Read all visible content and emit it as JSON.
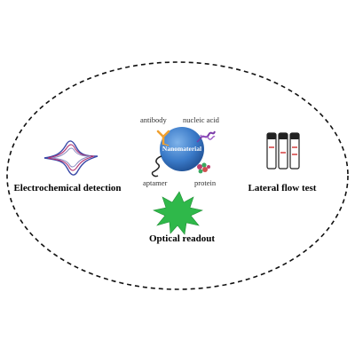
{
  "labels": {
    "electrochemical": "Electrochemical detection",
    "lateral_flow": "Lateral flow test",
    "optical": "Optical readout",
    "nanomaterial": "Nanomaterial",
    "antibody": "antibody",
    "nucleic_acid": "nucleic acid",
    "aptamer": "aptamer",
    "protein": "protein"
  },
  "colors": {
    "ellipse_border": "#111111",
    "nanomaterial_fill": "#3a7ac8",
    "antibody": "#f0a030",
    "nucleic_acid": "#7a3aa8",
    "aptamer": "#222222",
    "protein": "#c04070",
    "optical_burst": "#2fb84a",
    "cv_curves": [
      "#3b4aa8",
      "#b03070",
      "#8a8ac0"
    ],
    "strip_band": "#d03030"
  },
  "icons": {
    "electrochemical": "cyclic-voltammogram-icon",
    "lateral_flow": "test-strips-icon",
    "optical": "green-burst-icon",
    "nanomaterial": "nanoparticle-sphere-icon"
  }
}
